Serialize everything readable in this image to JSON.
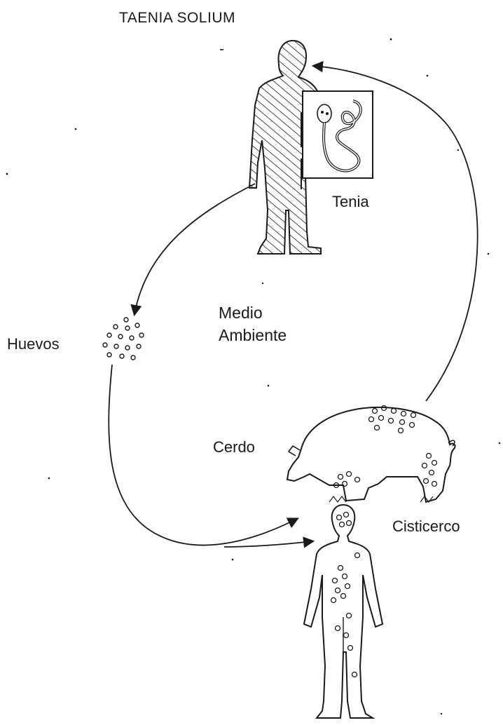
{
  "title": "TAENIA SOLIUM",
  "labels": {
    "tenia": "Tenia",
    "huevos": "Huevos",
    "medio_line1": "Medio",
    "medio_line2": "Ambiente",
    "cerdo": "Cerdo",
    "cisticerco": "Cisticerco"
  },
  "colors": {
    "ink": "#1a1a1a",
    "background": "#ffffff"
  }
}
